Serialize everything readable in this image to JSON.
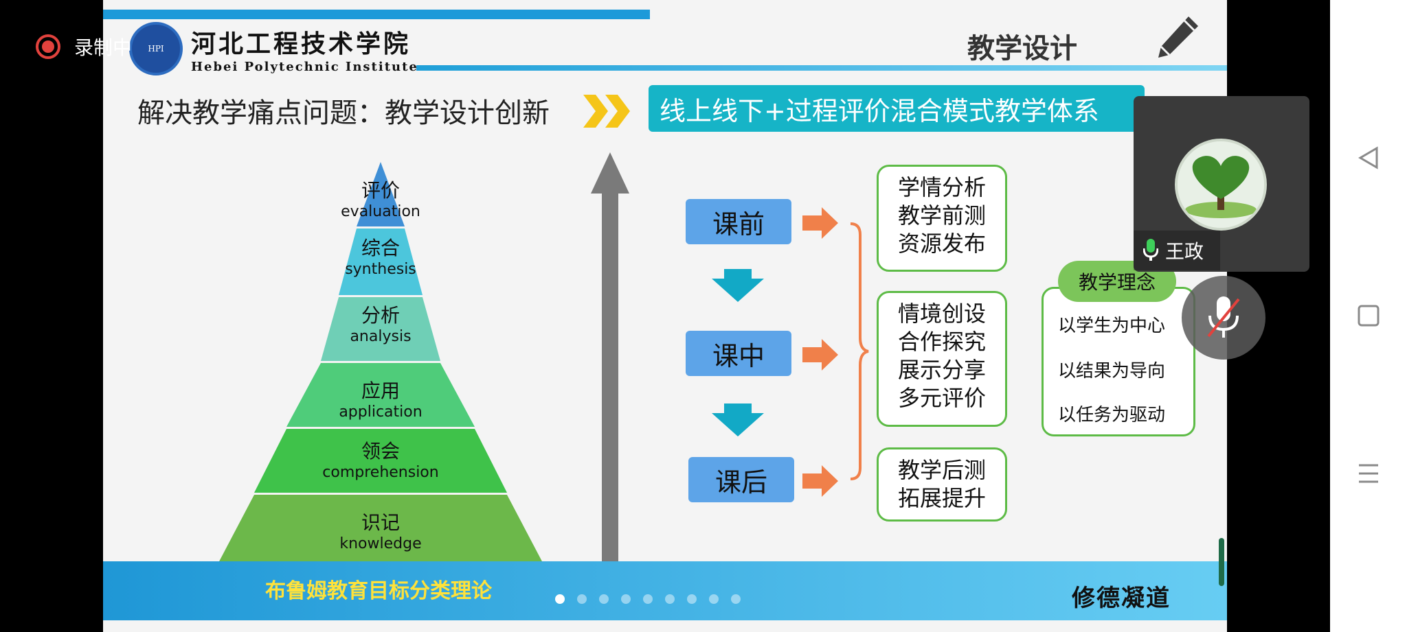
{
  "recording": {
    "label": "录制中"
  },
  "slide": {
    "logo": {
      "cn": "河北工程技术学院",
      "en": "Hebei Polytechnic Institute"
    },
    "title": "教学设计",
    "headline": "解决教学痛点问题：教学设计创新",
    "banner": "线上线下+过程评价混合模式教学体系",
    "pyramid": [
      {
        "cn": "评价",
        "en": "evaluation",
        "color": "#3f8fd6"
      },
      {
        "cn": "综合",
        "en": "synthesis",
        "color": "#4cc6dc"
      },
      {
        "cn": "分析",
        "en": "analysis",
        "color": "#6fcfb6"
      },
      {
        "cn": "应用",
        "en": "application",
        "color": "#4fcc7a"
      },
      {
        "cn": "领会",
        "en": "comprehension",
        "color": "#3fc24a"
      },
      {
        "cn": "识记",
        "en": "knowledge",
        "color": "#6cb84a"
      }
    ],
    "stages": [
      "课前",
      "课中",
      "课后"
    ],
    "boxes": [
      [
        "学情分析",
        "教学前测",
        "资源发布"
      ],
      [
        "情境创设",
        "合作探究",
        "展示分享",
        "多元评价"
      ],
      [
        "教学后测",
        "拓展提升"
      ]
    ],
    "concept": {
      "title": "教学理念",
      "items": [
        "以学生为中心",
        "以结果为导向",
        "以任务为驱动"
      ]
    },
    "footer_left": "布鲁姆教育目标分类理论",
    "footer_right": "修德凝道",
    "pagination": {
      "count": 9,
      "active": 0
    }
  },
  "participant": {
    "name": "王政",
    "muted": true
  },
  "colors": {
    "stage": "#5da4e8",
    "box_border": "#5dbb46",
    "banner": "#16b4c7",
    "arrow": "#f0804a",
    "down_arrow": "#12a9c6"
  }
}
